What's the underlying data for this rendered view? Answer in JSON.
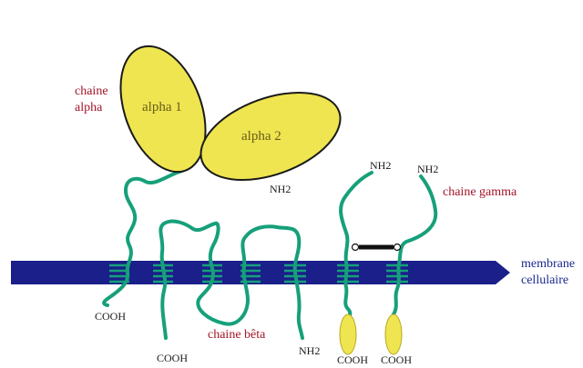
{
  "labels": {
    "chaine_alpha_line1": "chaine",
    "chaine_alpha_line2": "alpha",
    "alpha1": "alpha 1",
    "alpha2": "alpha 2",
    "nh2_alpha": "NH2",
    "nh2_gamma_left": "NH2",
    "nh2_gamma_right": "NH2",
    "chaine_gamma": "chaine gamma",
    "membrane_line1": "membrane",
    "membrane_line2": "cellulaire",
    "cooh_alpha": "COOH",
    "chaine_beta": "chaine bêta",
    "cooh_beta": "COOH",
    "nh2_beta": "NH2",
    "cooh_gamma_left": "COOH",
    "cooh_gamma_right": "COOH"
  },
  "colors": {
    "membrane": "#1a1f8a",
    "strand": "#16a07a",
    "ellipse_fill": "#eee550",
    "ellipse_stroke": "#1a1a1a",
    "label_red": "#a3162a",
    "label_blue": "#1b2a8f"
  }
}
